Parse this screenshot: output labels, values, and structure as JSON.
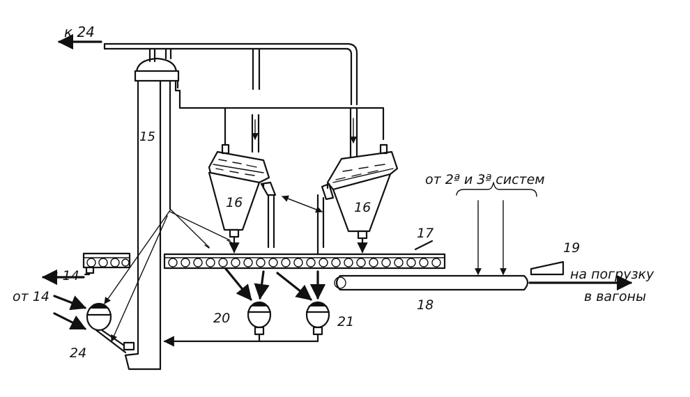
{
  "labels": {
    "to_24": "к 24",
    "n15": "15",
    "n16a": "16",
    "n16b": "16",
    "n17": "17",
    "n18": "18",
    "n19": "19",
    "n20": "20",
    "n21": "21",
    "n24": "24",
    "to_14": "к 14",
    "from_14": "от 14",
    "from_systems": "от 2ª и 3ª систем",
    "loading_1": "на погрузку",
    "loading_2": "в вагоны"
  },
  "colors": {
    "ink": "#111111",
    "paper": "#ffffff"
  }
}
